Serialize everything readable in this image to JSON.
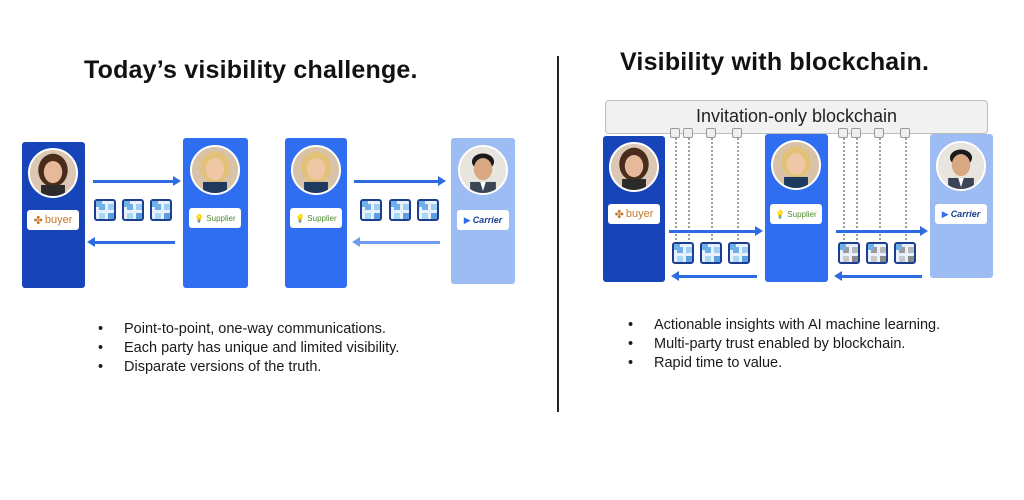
{
  "left": {
    "title": "Today’s visibility challenge.",
    "bullets": [
      "Point-to-point, one-way communications.",
      "Each party has unique and limited visibility.",
      "Disparate versions of the truth."
    ]
  },
  "right": {
    "title": "Visibility with blockchain.",
    "chain_label": "Invitation-only blockchain",
    "bullets": [
      "Actionable insights with AI machine learning.",
      "Multi-party trust enabled by blockchain.",
      "Rapid time to value."
    ]
  },
  "parties": {
    "buyer": "buyer",
    "supplier": "Supplier",
    "carrier": "Carrier"
  },
  "icons": {
    "buyer": "buyer-logo-icon",
    "supplier": "supplier-lightbulb-icon",
    "carrier": "carrier-logo-icon",
    "document": "document-grid-icon"
  },
  "colors": {
    "buyer_card": "#1744b8",
    "supplier_card": "#2f6ef0",
    "carrier_card": "#9cbcf3",
    "arrow": "#2d6be3"
  }
}
